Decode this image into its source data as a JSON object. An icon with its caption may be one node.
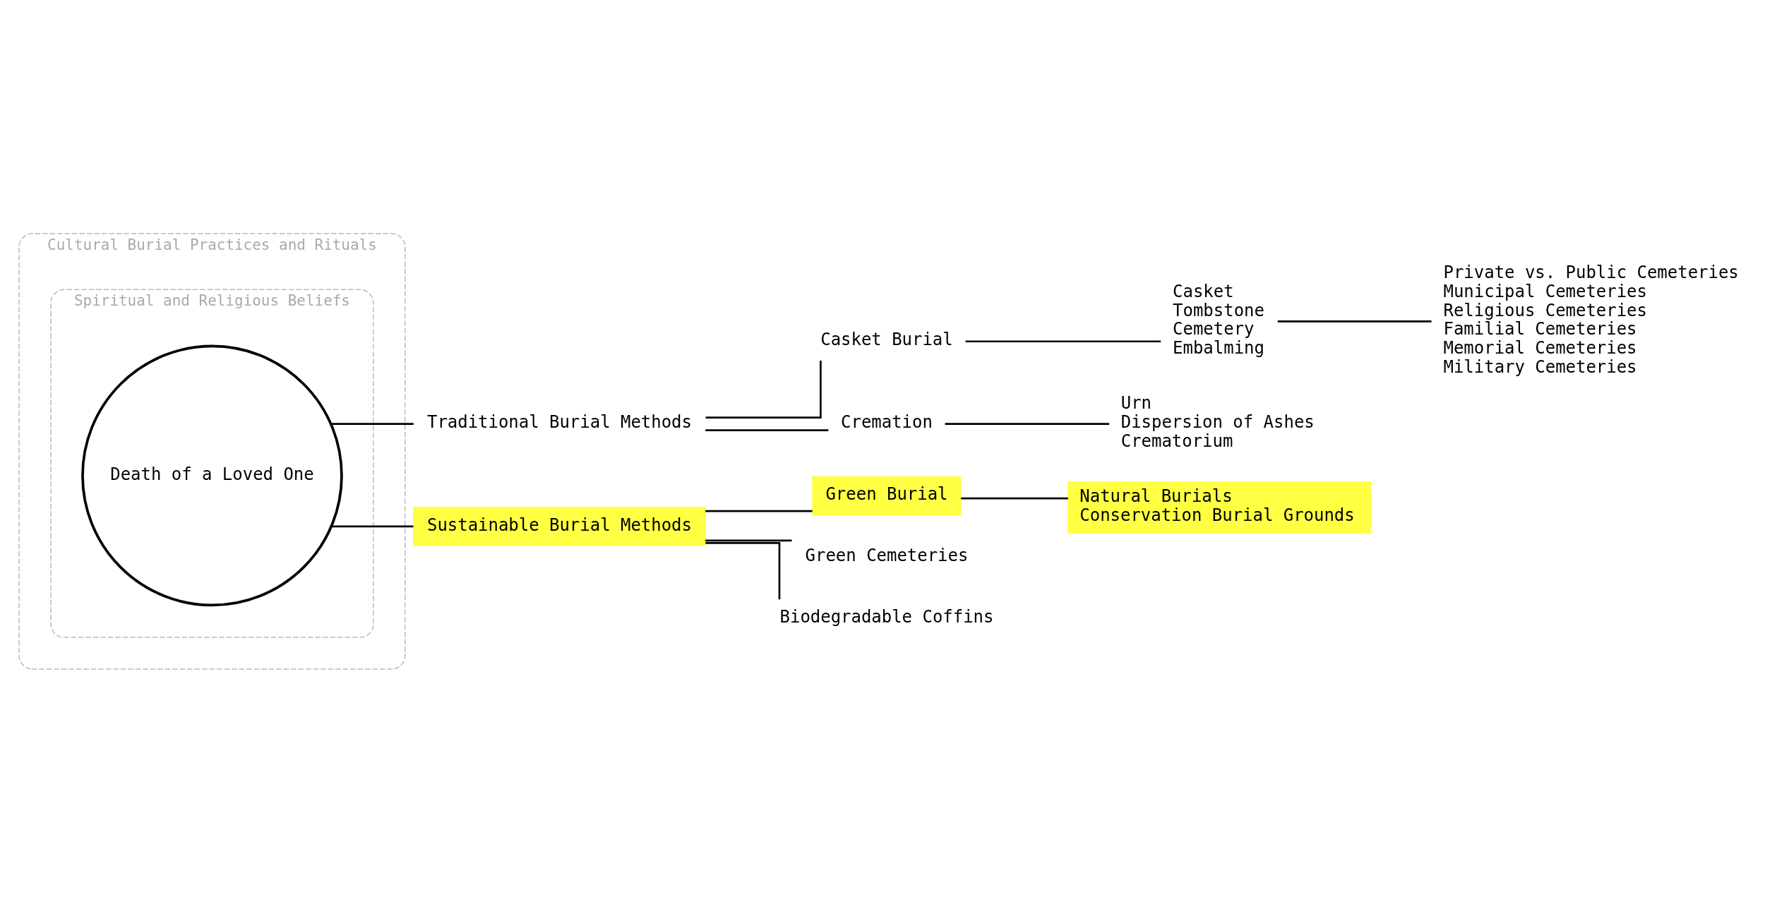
{
  "diagram": {
    "nodes": [
      {
        "text": [
          "Cultural Burial Practices and Rituals"
        ]
      },
      {
        "text": [
          "Spiritual and Religious Beliefs"
        ],
        "in": 0
      },
      {
        "text": [
          "Death of a Loved One"
        ],
        "in": 1
      },
      {
        "text": [
          "Traditional Burial Methods"
        ]
      },
      {
        "text": [
          "Casket Burial"
        ]
      },
      {
        "text": [
          "Casket",
          "Tombstone",
          "Cemetery",
          "Embalming"
        ]
      },
      {
        "text": [
          "Private vs. Public Cemeteries",
          "Municipal Cemeteries",
          "Religious Cemeteries",
          "Familial Cemeteries",
          "Memorial Cemeteries",
          "Military Cemeteries"
        ]
      },
      {
        "text": [
          "Cremation"
        ]
      },
      {
        "text": [
          "Urn",
          "Dispersion of Ashes",
          "Crematorium"
        ]
      },
      {
        "text": [
          "Sustainable Burial Methods"
        ]
      },
      {
        "text": [
          "Green Burial"
        ]
      },
      {
        "text": [
          "Green Cemeteries"
        ]
      },
      {
        "text": [
          "Biodegradable Coffins"
        ]
      },
      {
        "text": [
          "Natural Burials",
          "Conservation Burial Grounds"
        ]
      }
    ],
    "edges": [
      {
        "from": 2,
        "to": 3,
        "arrow": "none"
      },
      {
        "from": 2,
        "to": 9,
        "arrow": "none"
      },
      {
        "from": 3,
        "to": 4,
        "arrow": "none"
      },
      {
        "from": 3,
        "to": 7,
        "arrow": "none"
      },
      {
        "from": 4,
        "to": 5,
        "arrow": "none"
      },
      {
        "from": 5,
        "to": 6,
        "arrow": "none"
      },
      {
        "from": 7,
        "to": 8,
        "arrow": "none"
      },
      {
        "from": 9,
        "to": 10,
        "arrow": "none"
      },
      {
        "from": 9,
        "to": 11,
        "arrow": "none"
      },
      {
        "from": 9,
        "to": 12,
        "arrow": "none"
      },
      {
        "from": 10,
        "to": 13,
        "arrow": "none"
      }
    ]
  }
}
